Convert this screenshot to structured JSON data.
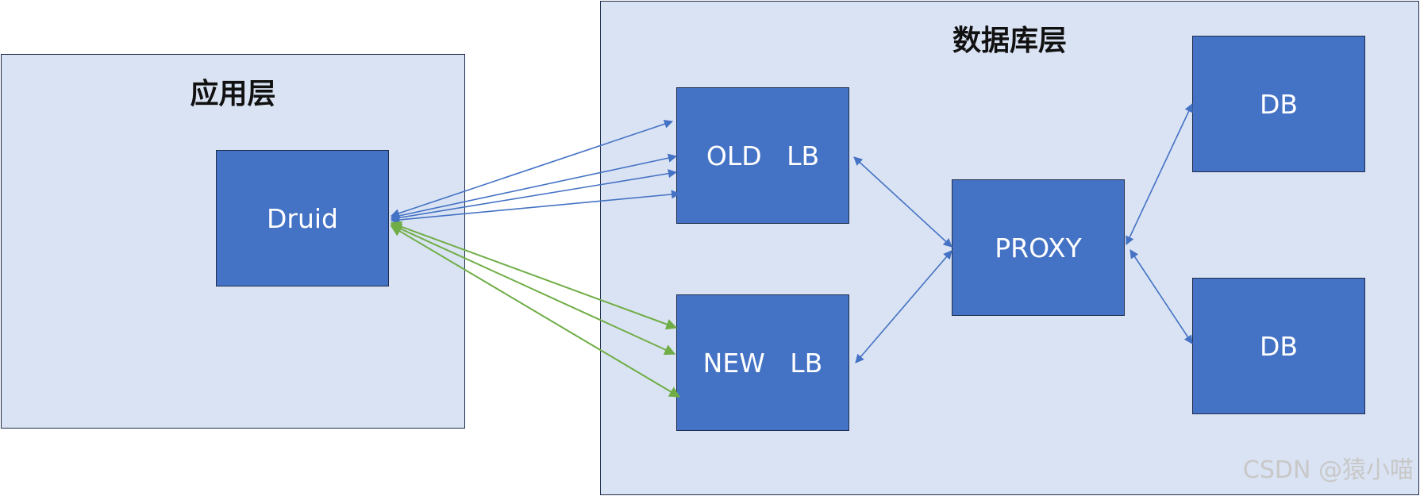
{
  "layers": {
    "app": {
      "title": "应用层"
    },
    "db": {
      "title": "数据库层"
    }
  },
  "nodes": {
    "druid": "Druid",
    "old_lb": "OLD   LB",
    "new_lb": "NEW   LB",
    "proxy": "PROXY",
    "db1": "DB",
    "db2": "DB"
  },
  "colors": {
    "layer_fill": "#dae3f3",
    "node_fill": "#4472c4",
    "blue_connector": "#4472c4",
    "green_connector": "#70ad47"
  },
  "connections": [
    {
      "from": "druid",
      "to": "old_lb",
      "color": "blue",
      "direction": "both"
    },
    {
      "from": "druid",
      "to": "old_lb",
      "color": "blue",
      "direction": "both"
    },
    {
      "from": "druid",
      "to": "old_lb",
      "color": "blue",
      "direction": "both"
    },
    {
      "from": "druid",
      "to": "old_lb",
      "color": "blue",
      "direction": "both"
    },
    {
      "from": "druid",
      "to": "new_lb",
      "color": "green",
      "direction": "both"
    },
    {
      "from": "druid",
      "to": "new_lb",
      "color": "green",
      "direction": "both"
    },
    {
      "from": "druid",
      "to": "new_lb",
      "color": "green",
      "direction": "both"
    },
    {
      "from": "old_lb",
      "to": "proxy",
      "color": "blue",
      "direction": "both"
    },
    {
      "from": "new_lb",
      "to": "proxy",
      "color": "blue",
      "direction": "both"
    },
    {
      "from": "proxy",
      "to": "db1",
      "color": "blue",
      "direction": "both"
    },
    {
      "from": "proxy",
      "to": "db2",
      "color": "blue",
      "direction": "both"
    }
  ],
  "watermark": "CSDN @猿小喵"
}
